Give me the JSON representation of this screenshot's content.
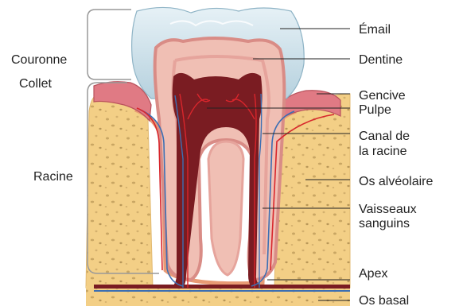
{
  "labels": {
    "couronne": "Couronne",
    "collet": "Collet",
    "racine": "Racine",
    "email": "Émail",
    "dentine": "Dentine",
    "gencive": "Gencive",
    "pulpe": "Pulpe",
    "canal_line1": "Canal de",
    "canal_line2": "la racine",
    "os_alveolaire": "Os alvéolaire",
    "vaisseaux_line1": "Vaisseaux",
    "vaisseaux_line2": "sanguins",
    "apex": "Apex",
    "os_basal": "Os basal"
  },
  "colors": {
    "enamel": "#c9dfe8",
    "dentin": "#f0bfb4",
    "dentin_edge": "#d98c86",
    "pulp": "#7a1c22",
    "gum": "#e07a84",
    "bone": "#f3cf86",
    "bone_dots": "#c9a663",
    "vessel_red": "#d8262c",
    "vessel_blue": "#3c6fb3",
    "leader": "#222222"
  }
}
